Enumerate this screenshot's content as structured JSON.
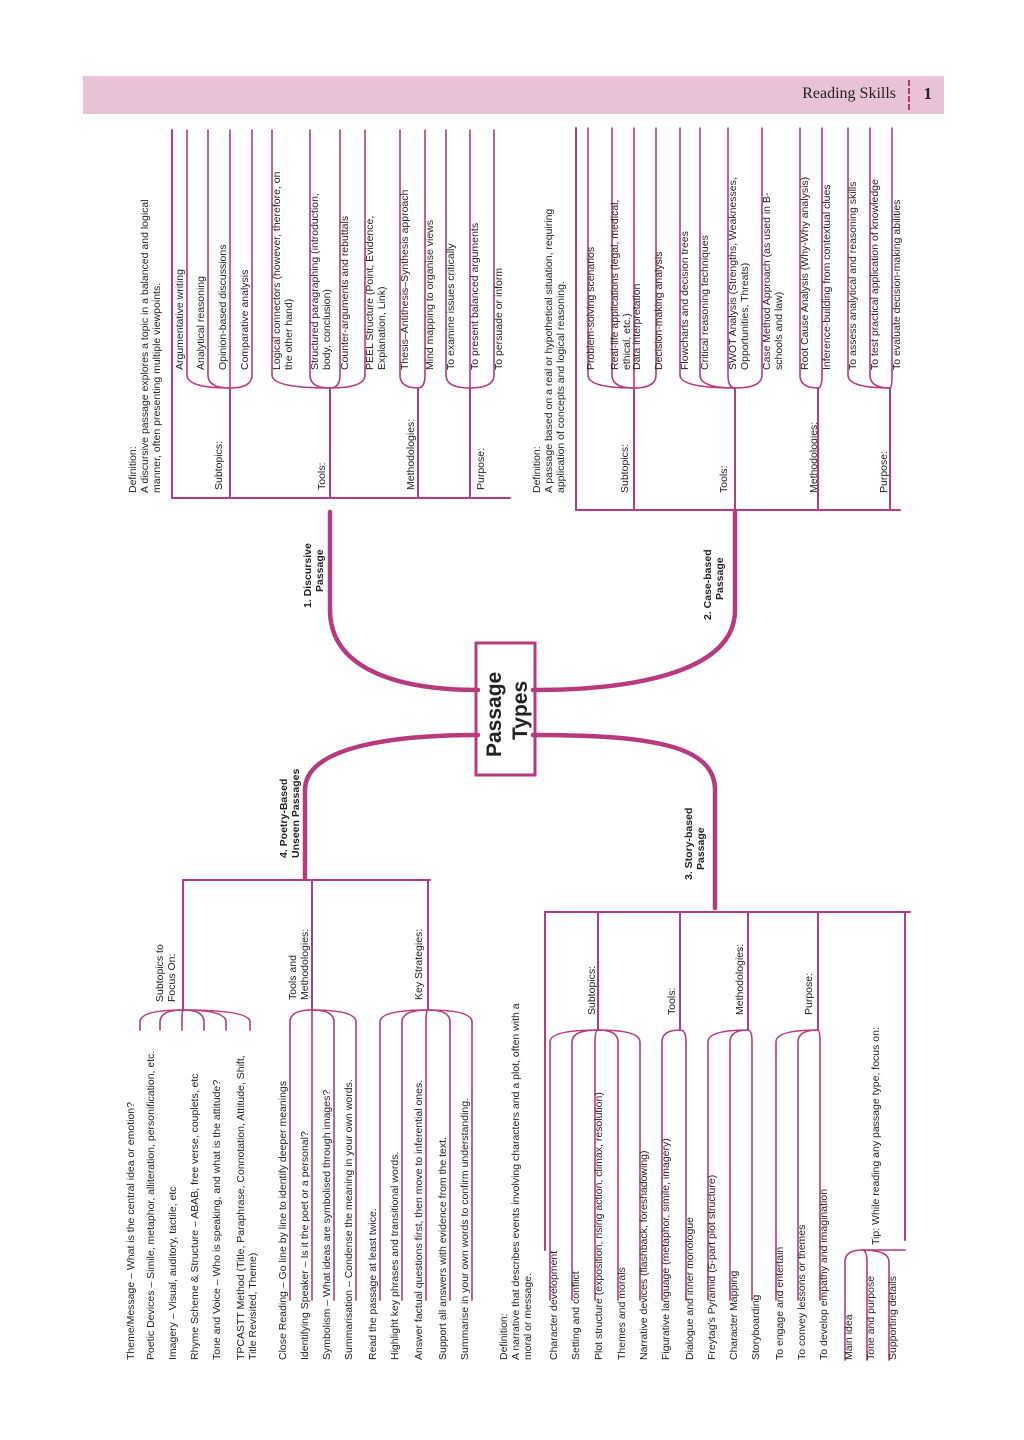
{
  "header": {
    "section": "Reading Skills",
    "page": "1"
  },
  "center": {
    "line1": "Passage",
    "line2": "Types"
  },
  "discursive": {
    "title1": "1. Discursive",
    "title2": "Passage",
    "def_head": "Definition:",
    "def1": "A discursive passage explores a topic in a balanced and logical",
    "def2": "manner, often presenting multiple viewpoints.",
    "sub_label": "Subtopics:",
    "subtopics": [
      "Argumentative writing",
      "Analytical reasoning",
      "Opinion-based discussions",
      "Comparative analysis"
    ],
    "tools_label": "Tools:",
    "tools": [
      [
        "Logical connectors (however, therefore, on",
        "the other hand)"
      ],
      [
        "Structured paragraphing (introduction,",
        "body, conclusion)"
      ],
      [
        "Counter-arguments and rebuttals"
      ],
      [
        "PEEL Structure (Point, Evidence,",
        "Explanation, Link)"
      ]
    ],
    "meth_label": "Methodologies:",
    "methodologies": [
      "Thesis–Antithesis–Synthesis approach",
      "Mind mapping to organise views"
    ],
    "purpose_label": "Purpose:",
    "purposes": [
      "To examine issues critically",
      "To present balanced arguments",
      "To persuade or inform"
    ]
  },
  "casebased": {
    "title1": "2. Case-based",
    "title2": "Passage",
    "def_head": "Definition:",
    "def1": "A passage based on a real or hypothetical situation, requiring",
    "def2": "application of concepts and logical reasoning.",
    "sub_label": "Subtopics:",
    "subtopics": [
      [
        "Problem-solving scenarios"
      ],
      [
        "Real-life applications (legal, medical,",
        "ethical, etc.)"
      ],
      [
        "Data interpretation"
      ],
      [
        "Decision-making analysis"
      ]
    ],
    "tools_label": "Tools:",
    "tools": [
      [
        "Flowcharts and decision trees"
      ],
      [
        "Critical reasoning techniques"
      ],
      [
        "SWOT Analysis (Strengths, Weaknesses,",
        "Opportunities, Threats)"
      ],
      [
        "Case Method Approach (as used in B-",
        "schools and law)"
      ]
    ],
    "meth_label": "Methodologies:",
    "methodologies": [
      "Root Cause Analysis (Why-Why analysis)",
      "Inference-building from contextual clues"
    ],
    "purpose_label": "Purpose:",
    "purposes": [
      "To assess analytical and reasoning skills",
      "To test practical application of knowledge",
      "To evaluate decision-making abilities"
    ]
  },
  "story": {
    "title1": "3. Story-based",
    "title2": "Passage",
    "def_head": "Definition:",
    "def1": "A narrative that describes events involving characters and a plot, often with a",
    "def2": "moral or message.",
    "sub_label": "Subtopics:",
    "subtopics": [
      "Character development",
      "Setting and conflict",
      "Plot structure (exposition, rising action, climax, resolution)",
      "Themes and morals",
      "Narrative devices (flashback, foreshadowing)"
    ],
    "tools_label": "Tools:",
    "tools": [
      "Figurative language (metaphor, simile, imagery)",
      "Dialogue and inner monologue"
    ],
    "meth_label": "Methodologies:",
    "methodologies": [
      "Freytag's Pyramid (5-part plot structure)",
      "Character Mapping",
      "Storyboarding"
    ],
    "purpose_label": "Purpose:",
    "purposes": [
      "To engage and entertain",
      "To convey lessons or themes",
      "To develop empathy and imagination"
    ],
    "tip_label": "Tip: While reading any passage type, focus on:",
    "tips": [
      "Main idea",
      "Tone and purpose",
      "Supporting details"
    ]
  },
  "poetry": {
    "title1": "4. Poetry-Based",
    "title2": "Unseen Passages",
    "sub_label1": "Subtopics to",
    "sub_label2": "Focus On:",
    "subtopics": [
      [
        "Theme/Message – What is the central idea or emotion?"
      ],
      [
        "Poetic Devices – Simile, metaphor, alliteration, personification, etc."
      ],
      [
        "Imagery – Visual, auditory, tactile, etc"
      ],
      [
        "Rhyme Scheme & Structure – ABAB, free verse, couplets, etc"
      ],
      [
        "Tone and Voice – Who is speaking, and what is the attitude?"
      ],
      [
        "TPCASTT Method (Title, Paraphrase, Connotation, Attitude, Shift,",
        "Title Revisited, Theme)"
      ]
    ],
    "tools_label1": "Tools and",
    "tools_label2": "Methodologies:",
    "tools": [
      "Close Reading – Go line by line to identify deeper meanings",
      "Identifying Speaker – Is it the poet or a personal?",
      "Symbolism – What ideas are symbolised through images?",
      "Summarisation – Condense the meaning in your own words."
    ],
    "key_label": "Key Strategies:",
    "strategies": [
      "Read the passage at least twice.",
      "Highlight key phrases and transitional words.",
      "Answer factual questions first, then move to inferential ones.",
      "Support all answers with evidence from the text.",
      "Summarise in your own words to confirm understanding."
    ]
  }
}
